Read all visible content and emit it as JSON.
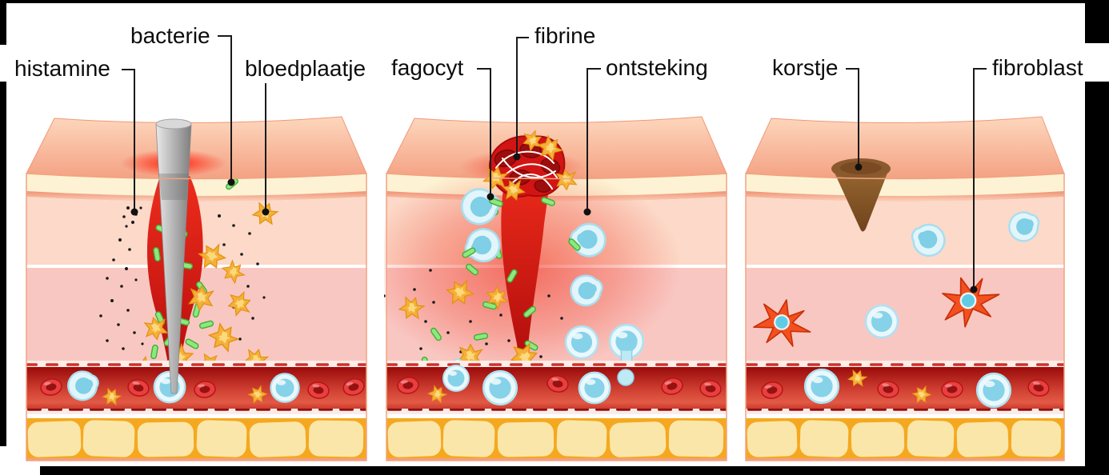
{
  "diagram_title": "wound healing stages (skin cross-sections)",
  "labels": {
    "histamine": "histamine",
    "bacterie": "bacterie",
    "bloedplaatje": "bloedplaatje",
    "fagocyt": "fagocyt",
    "fibrine": "fibrine",
    "ontsteking": "ontsteking",
    "korstje": "korstje",
    "fibroblast": "fibroblast"
  },
  "colors": {
    "frame_background": "#000000",
    "surface": "#ffffff",
    "label_text": "#0d0d0d",
    "leader_line": "#1a1a1a",
    "skin_top": "#f5a688",
    "epidermis_cream": "#fdf3d4",
    "dermis_upper": "#fcd9c8",
    "dermis_lower": "#f9c7c2",
    "vessel_red": "#9c0b0b",
    "fat_lobule": "#fbe6a9",
    "fat_border": "#f5a81f",
    "red_blood_cell": "#e84040",
    "white_blood_cell": "#bde9f5",
    "platelet": "#f4b038",
    "bacteria": "#8ee87e",
    "inflammation": "#ef4430",
    "scab": "#8a5a2e",
    "fibroblast_cell": "#f2511f",
    "nail": "#b5b5b5"
  }
}
